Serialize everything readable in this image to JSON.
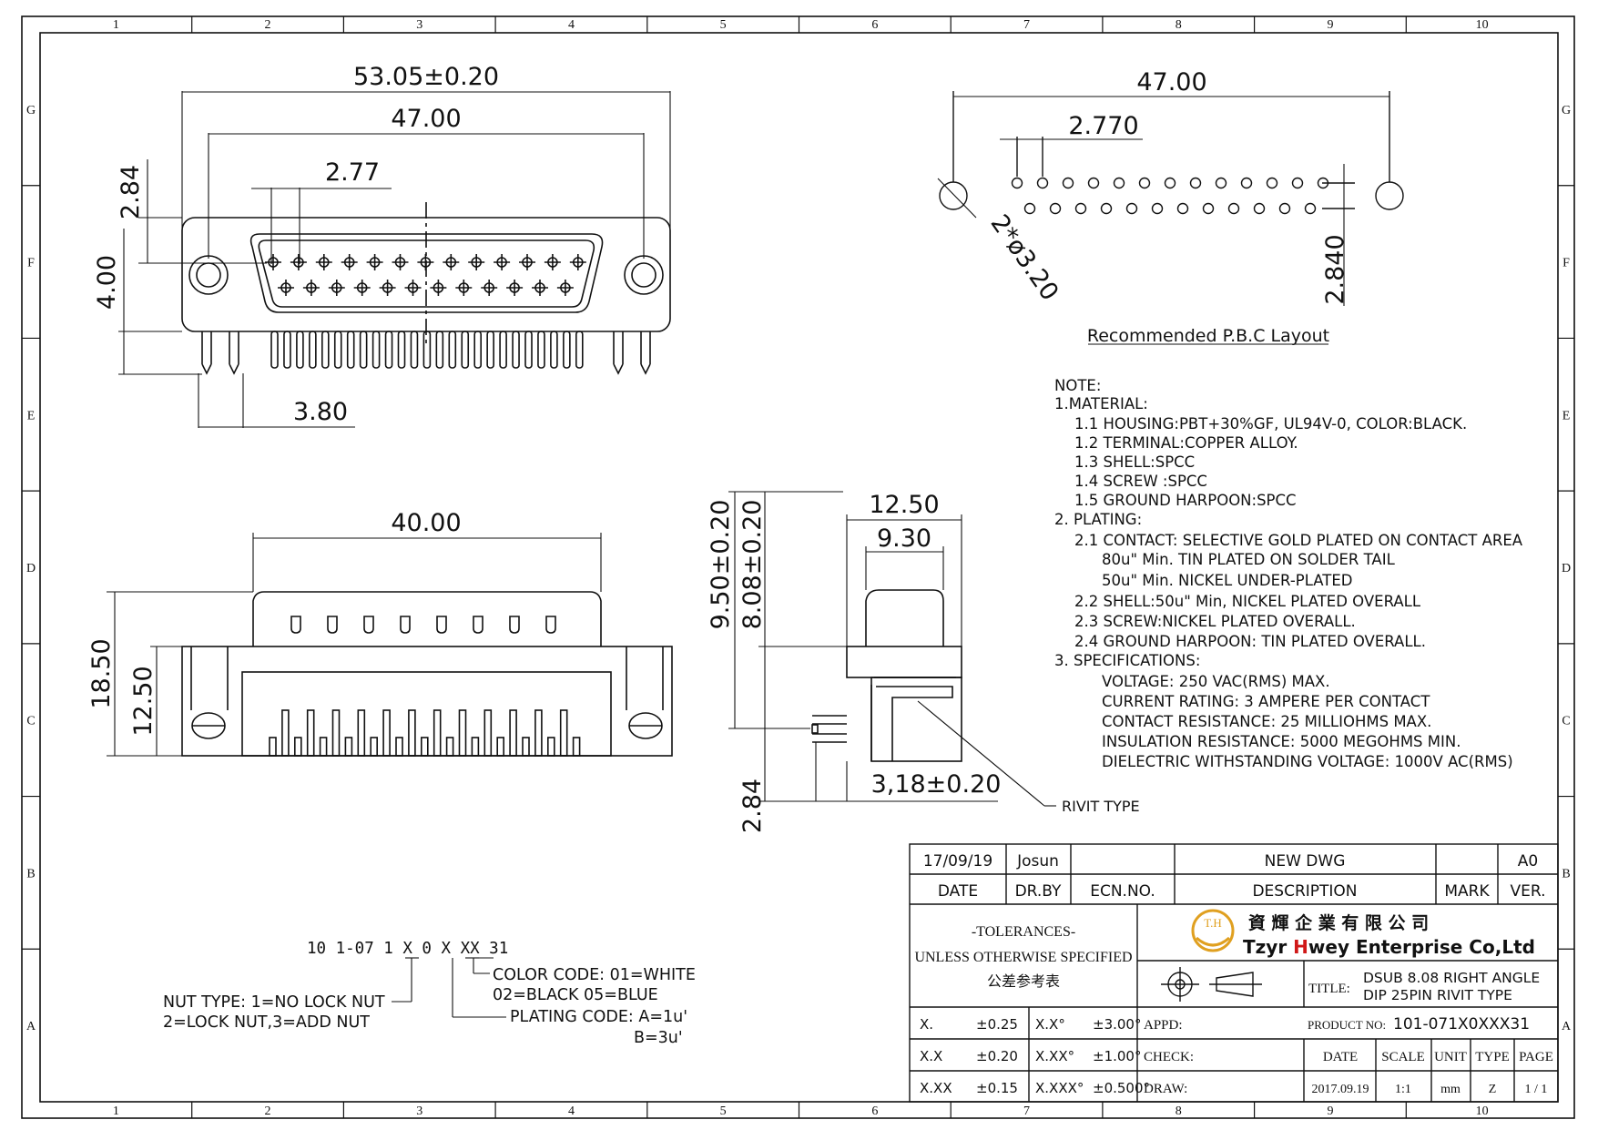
{
  "border": {
    "columns": [
      "1",
      "2",
      "3",
      "4",
      "5",
      "6",
      "7",
      "8",
      "9",
      "10"
    ],
    "rows": [
      "G",
      "F",
      "E",
      "D",
      "C",
      "B",
      "A"
    ]
  },
  "front_view": {
    "dim_overall": "53.05±0.20",
    "dim_hole_pitch": "47.00",
    "dim_pin_pitch": "2.77",
    "dim_height_284": "2.84",
    "dim_height_400": "4.00",
    "dim_tail_380": "3.80"
  },
  "pcb_layout": {
    "dim_hole_pitch": "47.00",
    "dim_pin_pitch": "2.770",
    "dim_row_pitch": "2.840",
    "dim_holes": "2*ø3.20",
    "caption": "Recommended P.B.C Layout"
  },
  "top_view": {
    "dim_width": "40.00",
    "dim_1850": "18.50",
    "dim_1250": "12.50"
  },
  "side_view": {
    "dim_1250": "12.50",
    "dim_930": "9.30",
    "dim_950": "9.50±0.20",
    "dim_808": "8.08±0.20",
    "dim_284": "2.84",
    "dim_318": "3,18±0.20",
    "callout": "RIVIT TYPE"
  },
  "notes": [
    "NOTE:",
    "1.MATERIAL:",
    "1.1  HOUSING:PBT+30%GF,  UL94V-0,  COLOR:BLACK.",
    "1.2  TERMINAL:COPPER  ALLOY.",
    "1.3  SHELL:SPCC",
    "1.4  SCREW  :SPCC",
    "1.5  GROUND  HARPOON:SPCC",
    "2.  PLATING:",
    "2.1  CONTACT:  SELECTIVE  GOLD  PLATED  ON  CONTACT  AREA",
    "80u\"  Min.  TIN  PLATED  ON  SOLDER  TAIL",
    "50u\"  Min.  NICKEL  UNDER-PLATED",
    "2.2  SHELL:50u\"  Min,  NICKEL  PLATED  OVERALL",
    "2.3  SCREW:NICKEL  PLATED  OVERALL.",
    "2.4  GROUND  HARPOON:  TIN  PLATED  OVERALL.",
    "3.  SPECIFICATIONS:",
    "VOLTAGE:  250  VAC(RMS)  MAX.",
    "CURRENT  RATING:  3  AMPERE  PER  CONTACT",
    "CONTACT  RESISTANCE:  25  MILLIOHMS  MAX.",
    "INSULATION  RESISTANCE:  5000  MEGOHMS  MIN.",
    "DIELECTRIC  WITHSTANDING  VOLTAGE:  1000V  AC(RMS)"
  ],
  "part_code": {
    "code": "10 1-07 1 X 0 X XX 31",
    "color_code_1": "COLOR  CODE: 01=WHITE",
    "color_code_2": "02=BLACK  05=BLUE",
    "nut_type_1": "NUT TYPE: 1=NO LOCK NUT",
    "nut_type_2": "2=LOCK NUT,3=ADD NUT",
    "plating_1": "PLATING  CODE:  A=1u'",
    "plating_2": "B=3u'"
  },
  "title_block": {
    "rev_date": "17/09/19",
    "rev_by": "Josun",
    "rev_desc": "NEW DWG",
    "rev_ver": "A0",
    "h_date": "DATE",
    "h_drby": "DR.BY",
    "h_ecn": "ECN.NO.",
    "h_desc": "DESCRIPTION",
    "h_mark": "MARK",
    "h_ver": "VER.",
    "tol_title": "-TOLERANCES-",
    "tol_sub": "UNLESS OTHERWISE SPECIFIED",
    "tol_cn": "公差参考表",
    "company_cn": "資 輝 企 業 有 限 公 司",
    "company_en": "Tzyr Hwey Enterprise Co,Ltd",
    "logo_text": "T.H",
    "title_label": "TITLE:",
    "title_1": "DSUB 8.08 RIGHT ANGLE",
    "title_2": "DIP 25PIN RIVIT TYPE",
    "tol_rows": [
      [
        "X.",
        "±0.25",
        "X.X°",
        "±3.00°"
      ],
      [
        "X.X",
        "±0.20",
        "X.XX°",
        "±1.00°"
      ],
      [
        "X.XX",
        "±0.15",
        "X.XXX°",
        "±0.500°"
      ]
    ],
    "appd": "APPD:",
    "check": "CHECK:",
    "draw": "DRAW:",
    "product_no_label": "PRODUCT NO:",
    "product_no": "101-071X0XXX31",
    "h_date2": "DATE",
    "h_scale": "SCALE",
    "h_unit": "UNIT",
    "h_type": "TYPE",
    "h_page": "PAGE",
    "date_val": "2017.09.19",
    "scale_val": "1:1",
    "unit_val": "mm",
    "type_val": "Z",
    "page_val": "1 / 1"
  },
  "colors": {
    "line": "#111111",
    "logo_gold": "#e0a020",
    "logo_red": "#d01818"
  }
}
